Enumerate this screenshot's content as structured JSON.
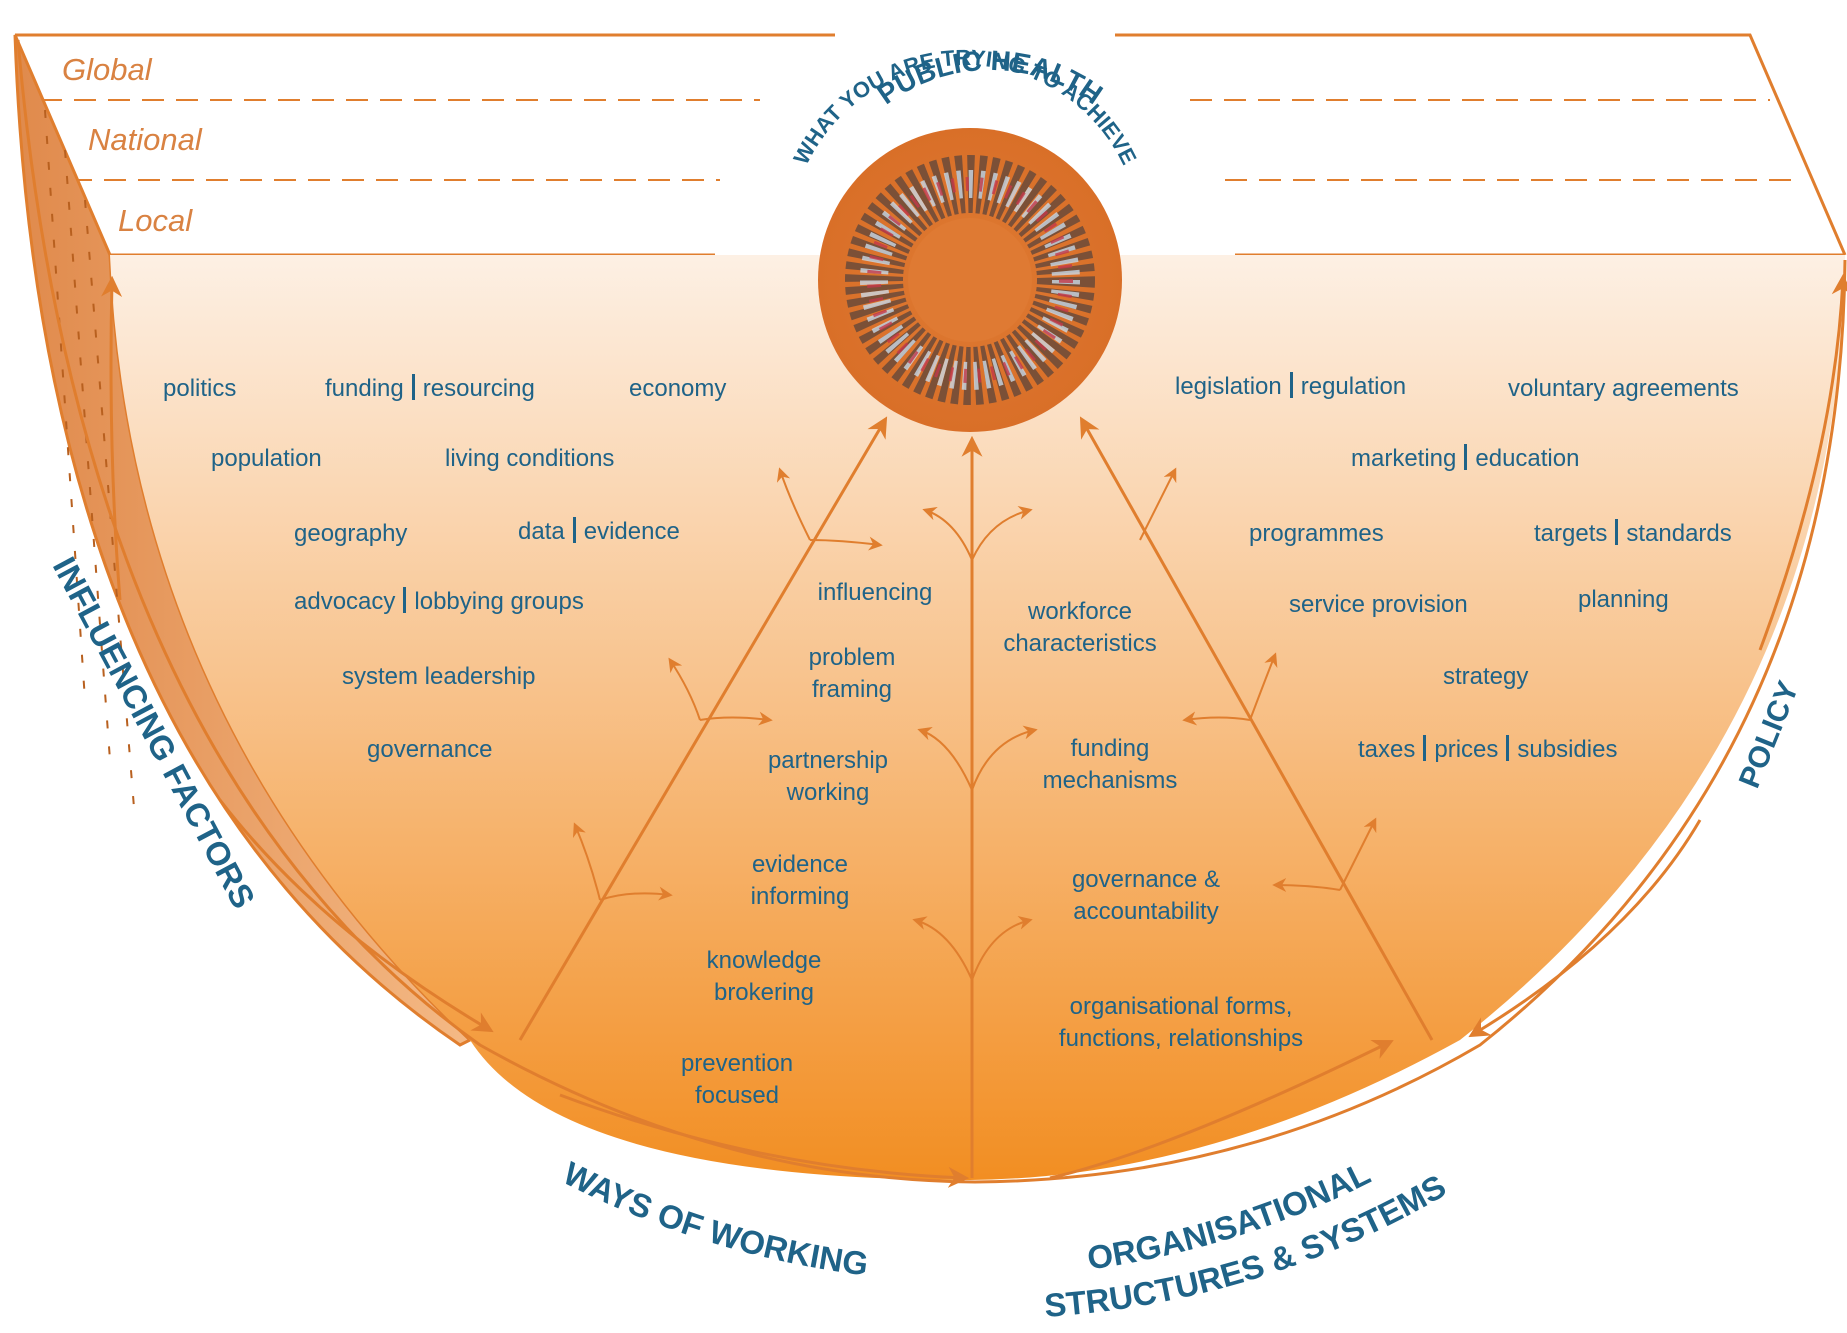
{
  "colors": {
    "accent": "#E07E2E",
    "accent_light": "#FBEADB",
    "accent_deep": "#F3932B",
    "text": "#1F6388",
    "level_text": "#D98242"
  },
  "levels": [
    "Global",
    "National",
    "Local"
  ],
  "center": {
    "title": "PUBLIC HEALTH",
    "subtitle": "WHAT YOU ARE TRYING TO ACHIEVE",
    "image": "people-circle-illustration"
  },
  "sections": {
    "influencing_factors": "INFLUENCING FACTORS",
    "ways_of_working": "WAYS OF WORKING",
    "org_line1": "ORGANISATIONAL",
    "org_line2": "STRUCTURES & SYSTEMS",
    "policy": "POLICY"
  },
  "influencing": {
    "politics": "politics",
    "funding": "funding",
    "resourcing": "resourcing",
    "economy": "economy",
    "population": "population",
    "living": "living conditions",
    "geography": "geography",
    "data": "data",
    "evidence": "evidence",
    "advocacy": "advocacy",
    "lobbying": "lobbying groups",
    "system": "system leadership",
    "governance": "governance"
  },
  "ways": {
    "influencing": "influencing",
    "problem_1": "problem",
    "problem_2": "framing",
    "partnership_1": "partnership",
    "partnership_2": "working",
    "evidence_1": "evidence",
    "evidence_2": "informing",
    "knowledge_1": "knowledge",
    "knowledge_2": "brokering",
    "prevention_1": "prevention",
    "prevention_2": "focused"
  },
  "org": {
    "workforce_1": "workforce",
    "workforce_2": "characteristics",
    "funding_1": "funding",
    "funding_2": "mechanisms",
    "gov_1": "governance &",
    "gov_2": "accountability",
    "forms_1": "organisational forms,",
    "forms_2": "functions, relationships"
  },
  "policy": {
    "legislation": "legislation",
    "regulation": "regulation",
    "voluntary": "voluntary agreements",
    "marketing": "marketing",
    "education": "education",
    "programmes": "programmes",
    "targets": "targets",
    "standards": "standards",
    "service": "service provision",
    "planning": "planning",
    "strategy": "strategy",
    "taxes": "taxes",
    "prices": "prices",
    "subsidies": "subsidies"
  }
}
